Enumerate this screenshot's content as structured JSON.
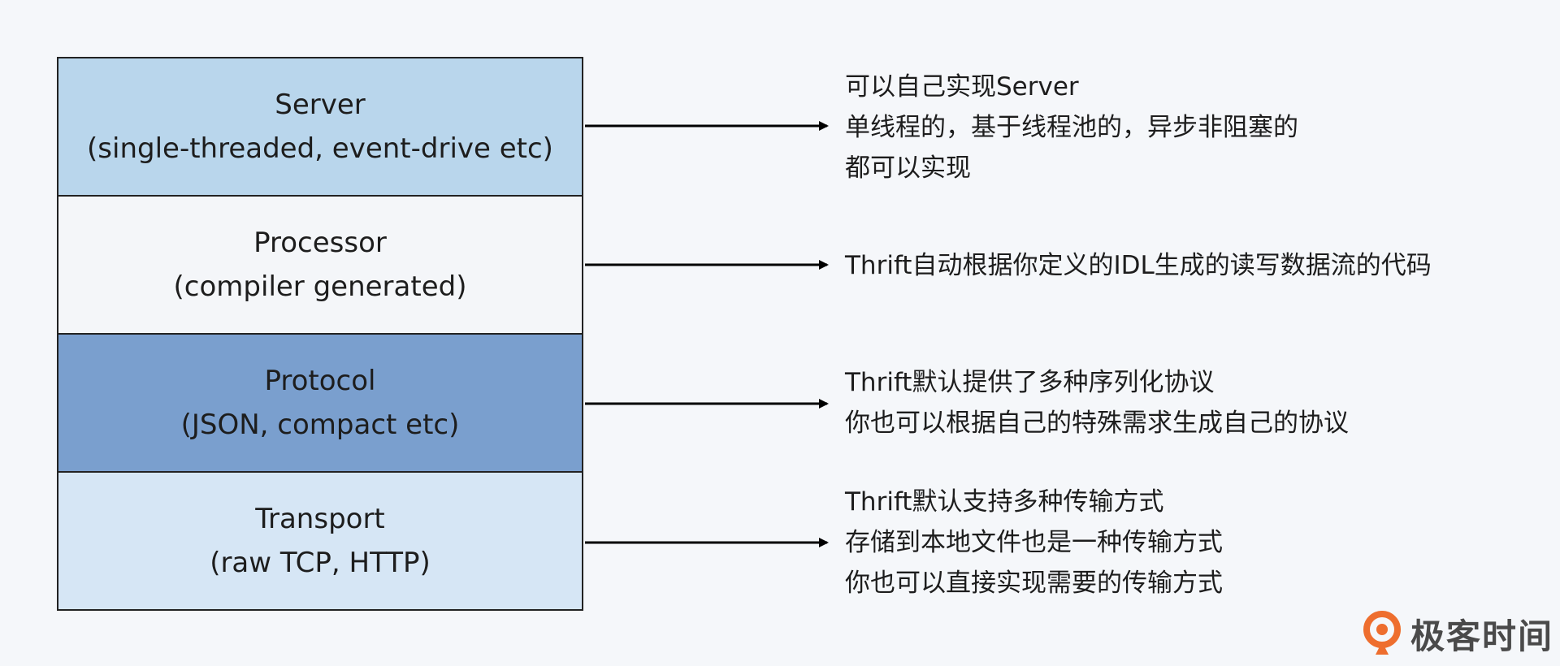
{
  "layers": [
    {
      "name": "Server",
      "detail": "(single-threaded, event-drive etc)",
      "color": "#b9d6ec"
    },
    {
      "name": "Processor",
      "detail": "(compiler generated)",
      "color": "#f4f6f9"
    },
    {
      "name": "Protocol",
      "detail": "(JSON, compact etc)",
      "color": "#7a9fce"
    },
    {
      "name": "Transport",
      "detail": "(raw TCP, HTTP)",
      "color": "#d6e6f5"
    }
  ],
  "notes": [
    {
      "lines": [
        "可以自己实现Server",
        "单线程的，基于线程池的，异步非阻塞的",
        "都可以实现"
      ]
    },
    {
      "lines": [
        "Thrift自动根据你定义的IDL生成的读写数据流的代码"
      ]
    },
    {
      "lines": [
        "Thrift默认提供了多种序列化协议",
        "你也可以根据自己的特殊需求生成自己的协议"
      ]
    },
    {
      "lines": [
        "Thrift默认支持多种传输方式",
        "存储到本地文件也是一种传输方式",
        "你也可以直接实现需要的传输方式"
      ]
    }
  ],
  "logo": {
    "text": "极客时间",
    "icon": "geektime-logo-icon",
    "color": "#ee6e2e"
  },
  "arrow_color": "#000000"
}
